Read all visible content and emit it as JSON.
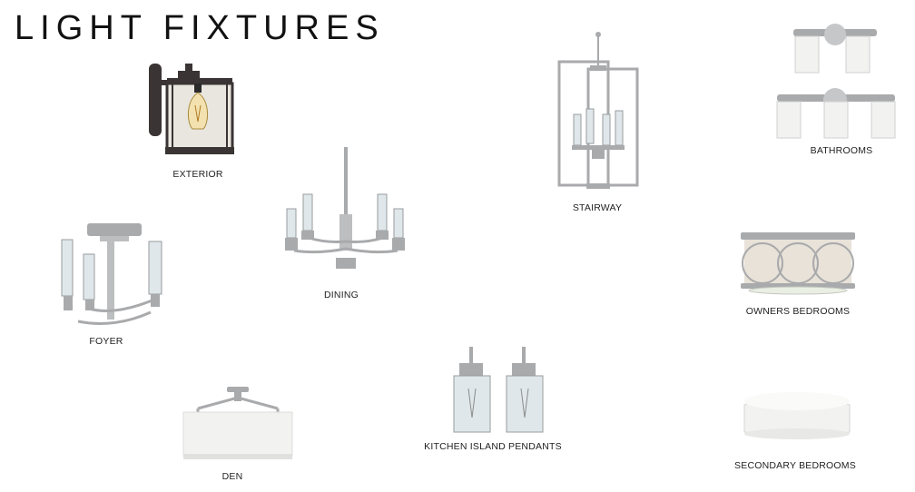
{
  "page": {
    "title": "LIGHT FIXTURES"
  },
  "fixtures": [
    {
      "label": "EXTERIOR",
      "icon": "wall-lantern-icon"
    },
    {
      "label": "STAIRWAY",
      "icon": "cage-pendant-icon"
    },
    {
      "label": "BATHROOMS",
      "icon": "vanity-light-icon"
    },
    {
      "label": "DINING",
      "icon": "chandelier-icon"
    },
    {
      "label": "FOYER",
      "icon": "semi-flush-chandelier-icon"
    },
    {
      "label": "OWNERS BEDROOMS",
      "icon": "drum-flush-mount-icon"
    },
    {
      "label": "DEN",
      "icon": "drum-semi-flush-icon"
    },
    {
      "label": "KITCHEN ISLAND PENDANTS",
      "icon": "cylinder-pendant-icon"
    },
    {
      "label": "SECONDARY BEDROOMS",
      "icon": "dome-flush-mount-icon"
    }
  ],
  "colors": {
    "nickel": "#a9aaac",
    "dark_bronze": "#3a3534",
    "glass": "#dfe7ea",
    "shade_white": "#f2f2f0"
  }
}
